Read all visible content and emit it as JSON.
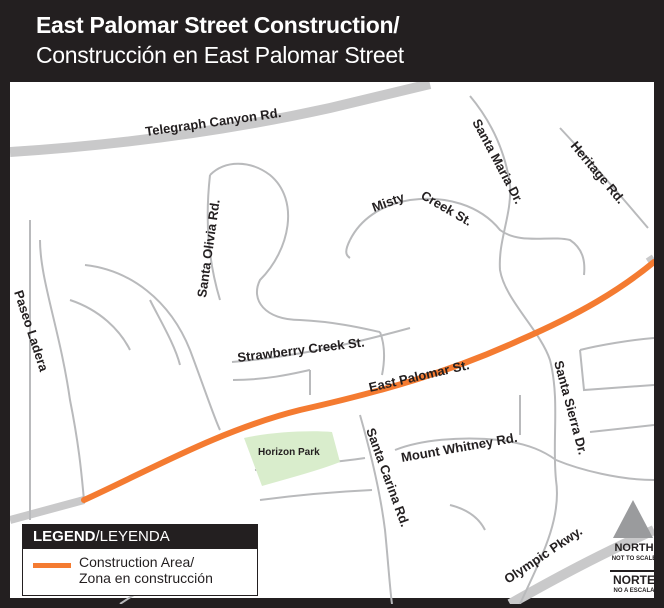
{
  "header": {
    "title_en": "East Palomar Street Construction/",
    "title_es": "Construcción en East Palomar Street"
  },
  "streets": {
    "telegraph": "Telegraph Canyon Rd.",
    "santa_maria": "Santa Maria Dr.",
    "heritage": "Heritage Rd.",
    "santa_olivia": "Santa Olivia Rd.",
    "misty_creek_1": "Misty",
    "misty_creek_2": "Creek St.",
    "paseo_ladera": "Paseo Ladera",
    "strawberry": "Strawberry Creek St.",
    "east_palomar": "East Palomar St.",
    "mount_whitney": "Mount Whitney Rd.",
    "santa_sierra": "Santa Sierra Dr.",
    "santa_carina": "Santa Carina Rd.",
    "olympic": "Olympic Pkwy."
  },
  "park": {
    "name": "Horizon Park",
    "color": "#d9edcc"
  },
  "colors": {
    "construction": "#f47b31",
    "major_road": "#c9c9ca",
    "minor_road": "#b9babc",
    "frame": "#231f20"
  },
  "legend": {
    "title_bold": "LEGEND",
    "title_rest": "/LEYENDA",
    "item_en": "Construction Area/",
    "item_es": "Zona en construcción"
  },
  "north": {
    "north_en": "NORTH",
    "not_to_scale_en": "NOT TO SCALE",
    "north_es": "NORTE",
    "not_to_scale_es": "NO A ESCALA",
    "arrow_icon": "north-arrow-icon"
  }
}
